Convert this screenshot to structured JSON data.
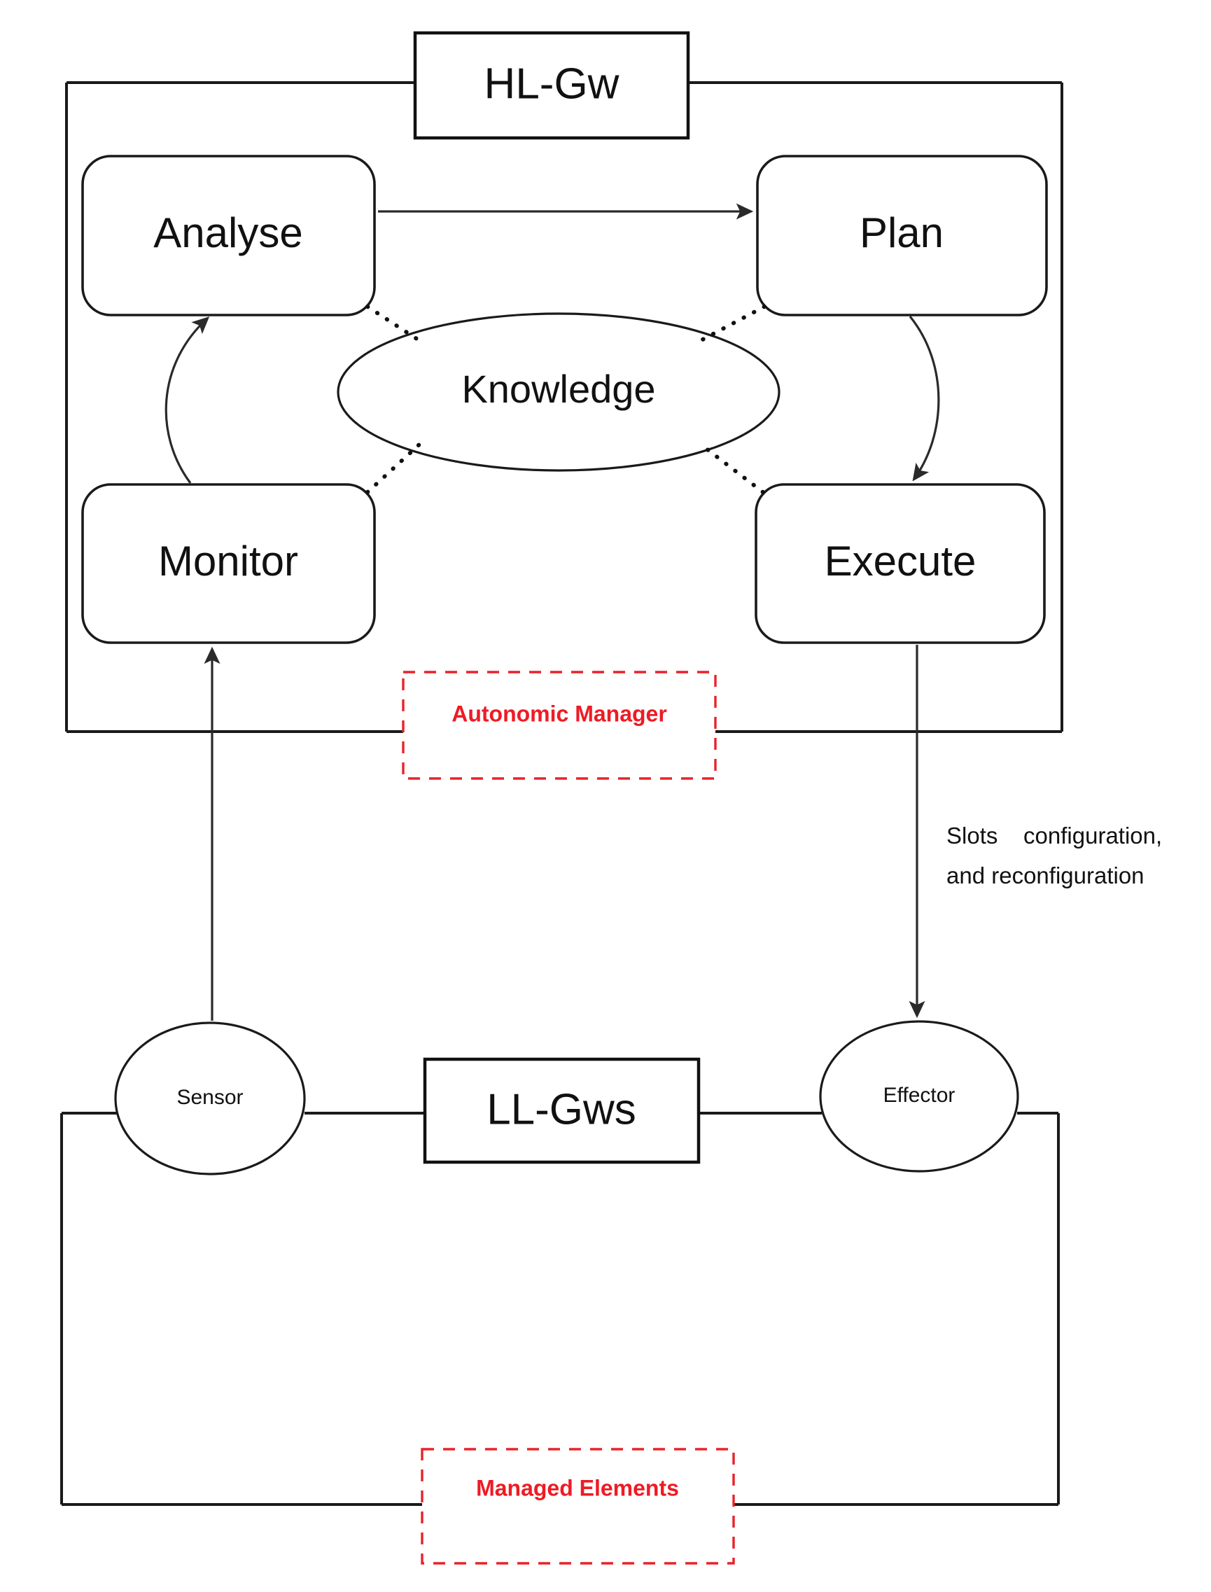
{
  "diagram": {
    "title_top": "HL-Gw",
    "title_bottom": "LL-Gws",
    "autonomic_manager_label": "Autonomic Manager",
    "managed_elements_label": "Managed Elements",
    "mape_nodes": {
      "monitor": "Monitor",
      "analyse": "Analyse",
      "plan": "Plan",
      "execute": "Execute",
      "knowledge": "Knowledge"
    },
    "interfaces": {
      "sensor": "Sensor",
      "effector": "Effector"
    },
    "edge_labels": {
      "effector_line_1": "Slots    configuration,",
      "effector_line_2": "and reconfiguration"
    },
    "colors": {
      "accent_red": "#ee1b24",
      "stroke_black": "#111111",
      "background": "#ffffff"
    }
  }
}
